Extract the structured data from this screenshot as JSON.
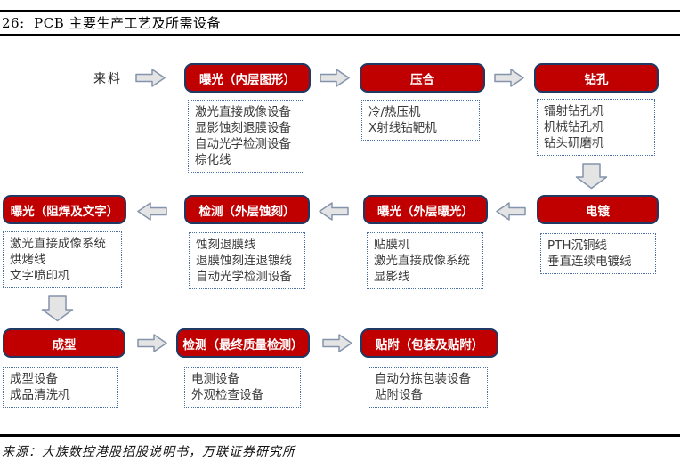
{
  "header": {
    "title": "26:  PCB 主要生产工艺及所需设备"
  },
  "flow": {
    "start_label": "来料",
    "nodes": [
      {
        "label": "曝光（内层图形）",
        "equipment": [
          "激光直接成像设备",
          "显影蚀刻退膜设备",
          "自动光学检测设备",
          "棕化线"
        ]
      },
      {
        "label": "压合",
        "equipment": [
          "冷/热压机",
          "X射线钻靶机"
        ]
      },
      {
        "label": "钻孔",
        "equipment": [
          "镭射钻孔机",
          "机械钻孔机",
          "钻头研磨机"
        ]
      },
      {
        "label": "电镀",
        "equipment": [
          "PTH沉铜线",
          "垂直连续电镀线"
        ]
      },
      {
        "label": "曝光（外层曝光）",
        "equipment": [
          "贴膜机",
          "激光直接成像系统",
          "显影线"
        ]
      },
      {
        "label": "检测（外层蚀刻）",
        "equipment": [
          "蚀刻退膜线",
          "退膜蚀刻连退镀线",
          "自动光学检测设备"
        ]
      },
      {
        "label": "曝光（阻焊及文字）",
        "equipment": [
          "激光直接成像系统",
          "烘烤线",
          "文字喷印机"
        ]
      },
      {
        "label": "成型",
        "equipment": [
          "成型设备",
          "成品清洗机"
        ]
      },
      {
        "label": "检测（最终质量检测）",
        "equipment": [
          "电测设备",
          "外观检查设备"
        ]
      },
      {
        "label": "贴附（包装及贴附）",
        "equipment": [
          "自动分拣包装设备",
          "贴附设备"
        ]
      }
    ]
  },
  "footer": {
    "source": "来源：大族数控港股招股说明书，万联证券研究所"
  },
  "colors": {
    "node_red": "#C00000",
    "node_border": "#203864",
    "arrow_fill": "#E4E4E4",
    "arrow_stroke": "#8494AC",
    "list_border": "#4A6FA5"
  }
}
